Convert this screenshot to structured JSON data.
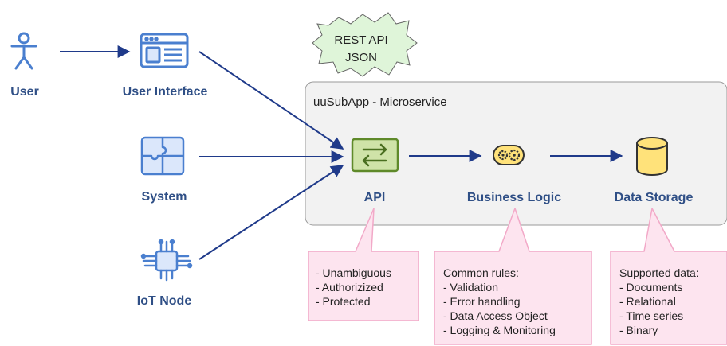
{
  "actors": [
    {
      "label": "User",
      "icon": "user-icon"
    },
    {
      "label": "User Interface",
      "icon": "browser-window-icon"
    },
    {
      "label": "System",
      "icon": "puzzle-icon"
    },
    {
      "label": "IoT Node",
      "icon": "chip-icon"
    }
  ],
  "cloud": {
    "line1": "REST API",
    "line2": "JSON"
  },
  "microservice": {
    "title": "uuSubApp - Microservice",
    "components": [
      {
        "label": "API",
        "icon": "swap-arrows-icon"
      },
      {
        "label": "Business Logic",
        "icon": "gears-icon"
      },
      {
        "label": "Data Storage",
        "icon": "database-cylinder-icon"
      }
    ]
  },
  "callouts": {
    "api": {
      "lines": [
        "- Unambiguous",
        "- Authorizized",
        "- Protected"
      ]
    },
    "business_logic": {
      "heading": "Common rules:",
      "lines": [
        "- Validation",
        "- Error handling",
        "- Data Access Object",
        "- Logging & Monitoring"
      ]
    },
    "data_storage": {
      "heading": "Supported data:",
      "lines": [
        "- Documents",
        "- Relational",
        "- Time series",
        "- Binary"
      ]
    }
  },
  "colors": {
    "label_blue": "#2f4f86",
    "icon_blue": "#4a7fcf",
    "arrow": "#1f3a8a",
    "api_green": "#cfe3a8",
    "api_green_stroke": "#5f8a2a",
    "cylinder_yellow": "#ffe27a",
    "callout_pink": "#fde4ef",
    "callout_stroke": "#f2a9c8",
    "cloud_green": "#dff5d9",
    "panel_gray": "#f2f2f2"
  }
}
